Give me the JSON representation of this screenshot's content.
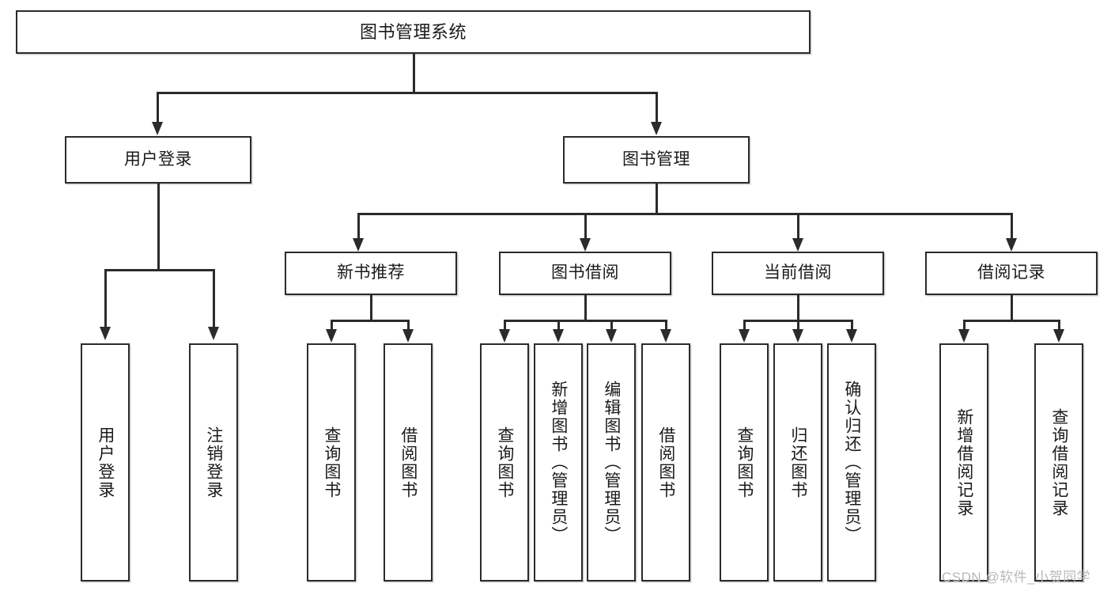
{
  "diagram": {
    "title": "图书管理系统",
    "type": "functional-structure-tree",
    "stroke_color": "#2b2b2b",
    "fill_color": "#ffffff",
    "text_color": "#1a1a1a"
  },
  "root": {
    "label": "图书管理系统"
  },
  "level1": [
    {
      "label": "用户登录"
    },
    {
      "label": "图书管理"
    }
  ],
  "level2": [
    {
      "label": "新书推荐"
    },
    {
      "label": "图书借阅"
    },
    {
      "label": "当前借阅"
    },
    {
      "label": "借阅记录"
    }
  ],
  "leaves": {
    "user_login": [
      {
        "label": "用户登录"
      },
      {
        "label": "注销登录"
      }
    ],
    "new_book_recommend": [
      {
        "label": "查询图书"
      },
      {
        "label": "借阅图书"
      }
    ],
    "book_borrow": [
      {
        "label": "查询图书"
      },
      {
        "label": "新增图书（管理员）"
      },
      {
        "label": "编辑图书（管理员）"
      },
      {
        "label": "借阅图书"
      }
    ],
    "current_borrow": [
      {
        "label": "查询图书"
      },
      {
        "label": "归还图书"
      },
      {
        "label": "确认归还（管理员）"
      }
    ],
    "borrow_record": [
      {
        "label": "新增借阅记录"
      },
      {
        "label": "查询借阅记录"
      }
    ]
  },
  "watermark": {
    "text": "CSDN @软件_小贺同学"
  }
}
